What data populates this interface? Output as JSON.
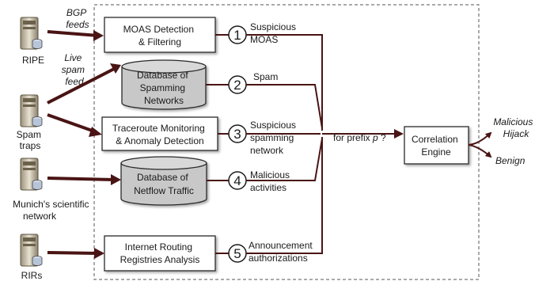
{
  "sources": {
    "ripe": "RIPE",
    "spam_traps": [
      "Spam",
      "traps"
    ],
    "munich": [
      "Munich's scientific",
      "network"
    ],
    "rirs": "RIRs"
  },
  "feed_labels": {
    "bgp": [
      "BGP",
      "feeds"
    ],
    "live_spam": [
      "Live",
      "spam",
      "feed"
    ]
  },
  "modules": {
    "moas": [
      "MOAS Detection",
      "& Filtering"
    ],
    "spam_db": [
      "Database of",
      "Spamming",
      "Networks"
    ],
    "traceroute": [
      "Traceroute Monitoring",
      "& Anomaly Detection"
    ],
    "netflow_db": [
      "Database of",
      "Netflow Traffic"
    ],
    "irr": [
      "Internet Routing",
      "Registries Analysis"
    ]
  },
  "step_numbers": [
    "1",
    "2",
    "3",
    "4",
    "5"
  ],
  "outputs": {
    "o1": [
      "Suspicious",
      "MOAS"
    ],
    "o2": [
      "Spam"
    ],
    "o3": [
      "Suspicious",
      "spamming",
      "network"
    ],
    "o4": [
      "Malicious",
      "activities"
    ],
    "o5": [
      "Announcement",
      "authorizations"
    ]
  },
  "prefix_label": {
    "text": "for prefix",
    "var": "p",
    "suffix": " ?"
  },
  "engine": [
    "Correlation",
    "Engine"
  ],
  "results": {
    "malicious": [
      "Malicious",
      "Hijack"
    ],
    "benign": "Benign"
  },
  "colors": {
    "wire": "#4a1414",
    "db_fill": "#c8c8c8",
    "box_stroke": "#2a2a2a"
  }
}
